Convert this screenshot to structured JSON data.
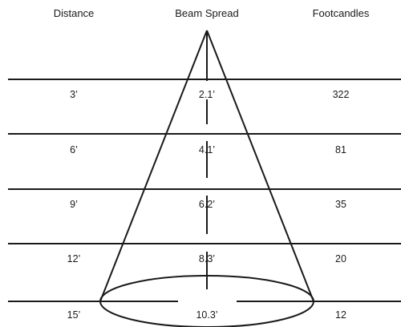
{
  "headers": {
    "distance": "Distance",
    "beam_spread": "Beam Spread",
    "footcandles": "Footcandles"
  },
  "rows": [
    {
      "distance": "3’",
      "beam_spread": "2.1’",
      "footcandles": "322"
    },
    {
      "distance": "6’",
      "beam_spread": "4.1’",
      "footcandles": "81"
    },
    {
      "distance": "9’",
      "beam_spread": "6.2’",
      "footcandles": "35"
    },
    {
      "distance": "12’",
      "beam_spread": "8.3’",
      "footcandles": "20"
    },
    {
      "distance": "15’",
      "beam_spread": "10.3’",
      "footcandles": "12"
    }
  ],
  "colors": {
    "ink": "#1a1a1a",
    "background": "#ffffff"
  }
}
